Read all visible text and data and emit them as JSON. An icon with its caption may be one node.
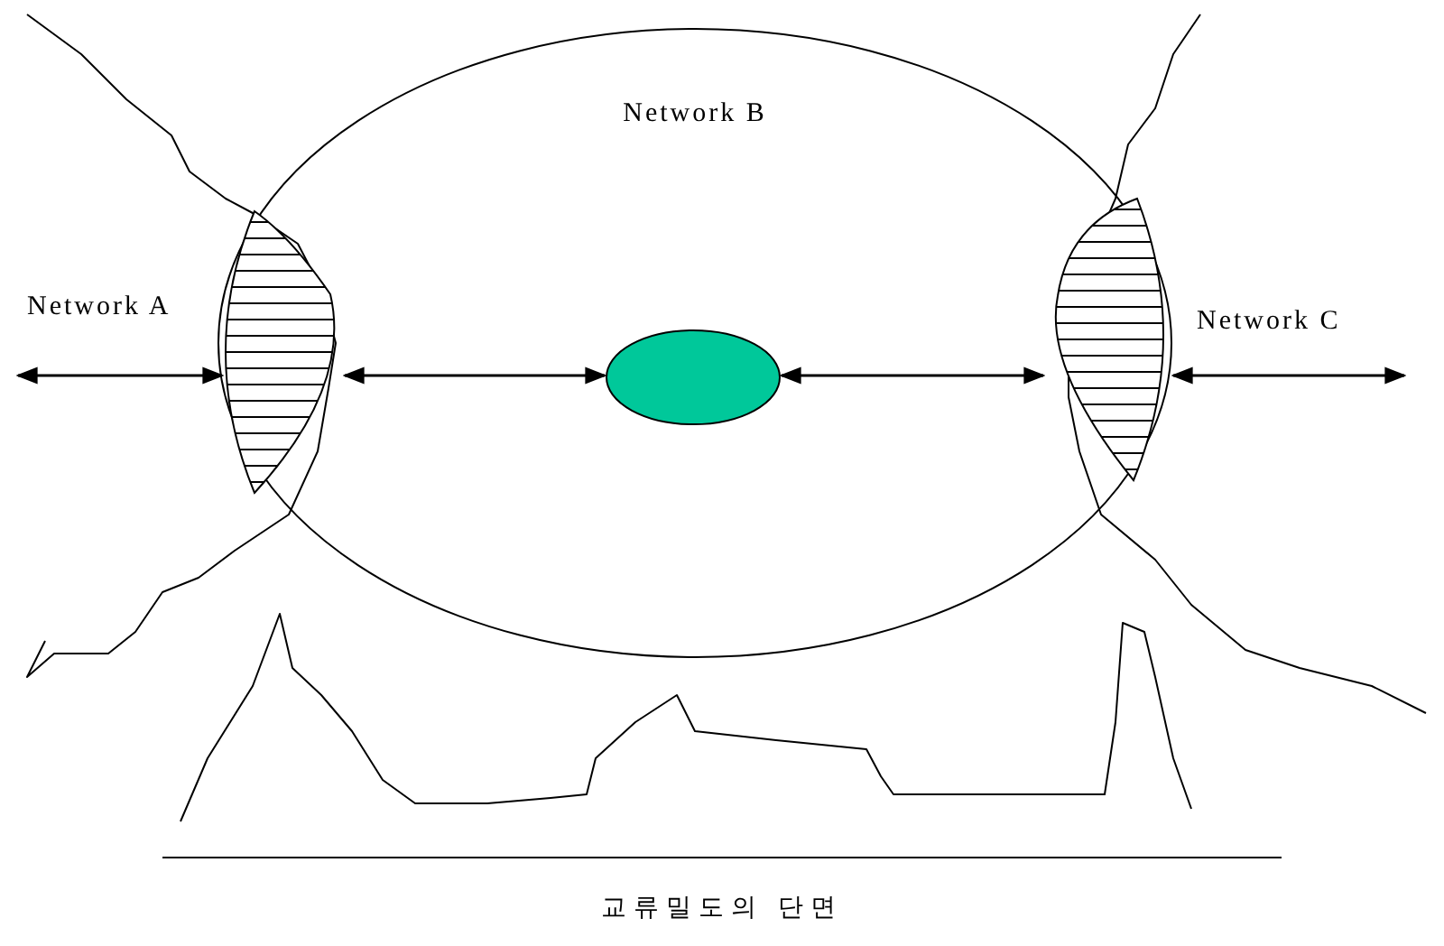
{
  "diagram": {
    "caption": "교류밀도의 단면",
    "nodes": [
      {
        "text": [
          "Network B"
        ]
      },
      {
        "text": [],
        "shape": "lens",
        "in": 0
      },
      {
        "text": [],
        "shape": "ellipse",
        "in": 0
      },
      {
        "text": [],
        "shape": "lens",
        "in": 0
      }
    ],
    "edges": [
      {
        "from": null,
        "to": 1,
        "arrow": "both"
      },
      {
        "from": 1,
        "to": 2,
        "arrow": "both"
      },
      {
        "from": 2,
        "to": 3,
        "arrow": "both"
      },
      {
        "from": 3,
        "to": null,
        "arrow": "both"
      }
    ],
    "labels": [
      "Network A",
      "Network C"
    ]
  }
}
